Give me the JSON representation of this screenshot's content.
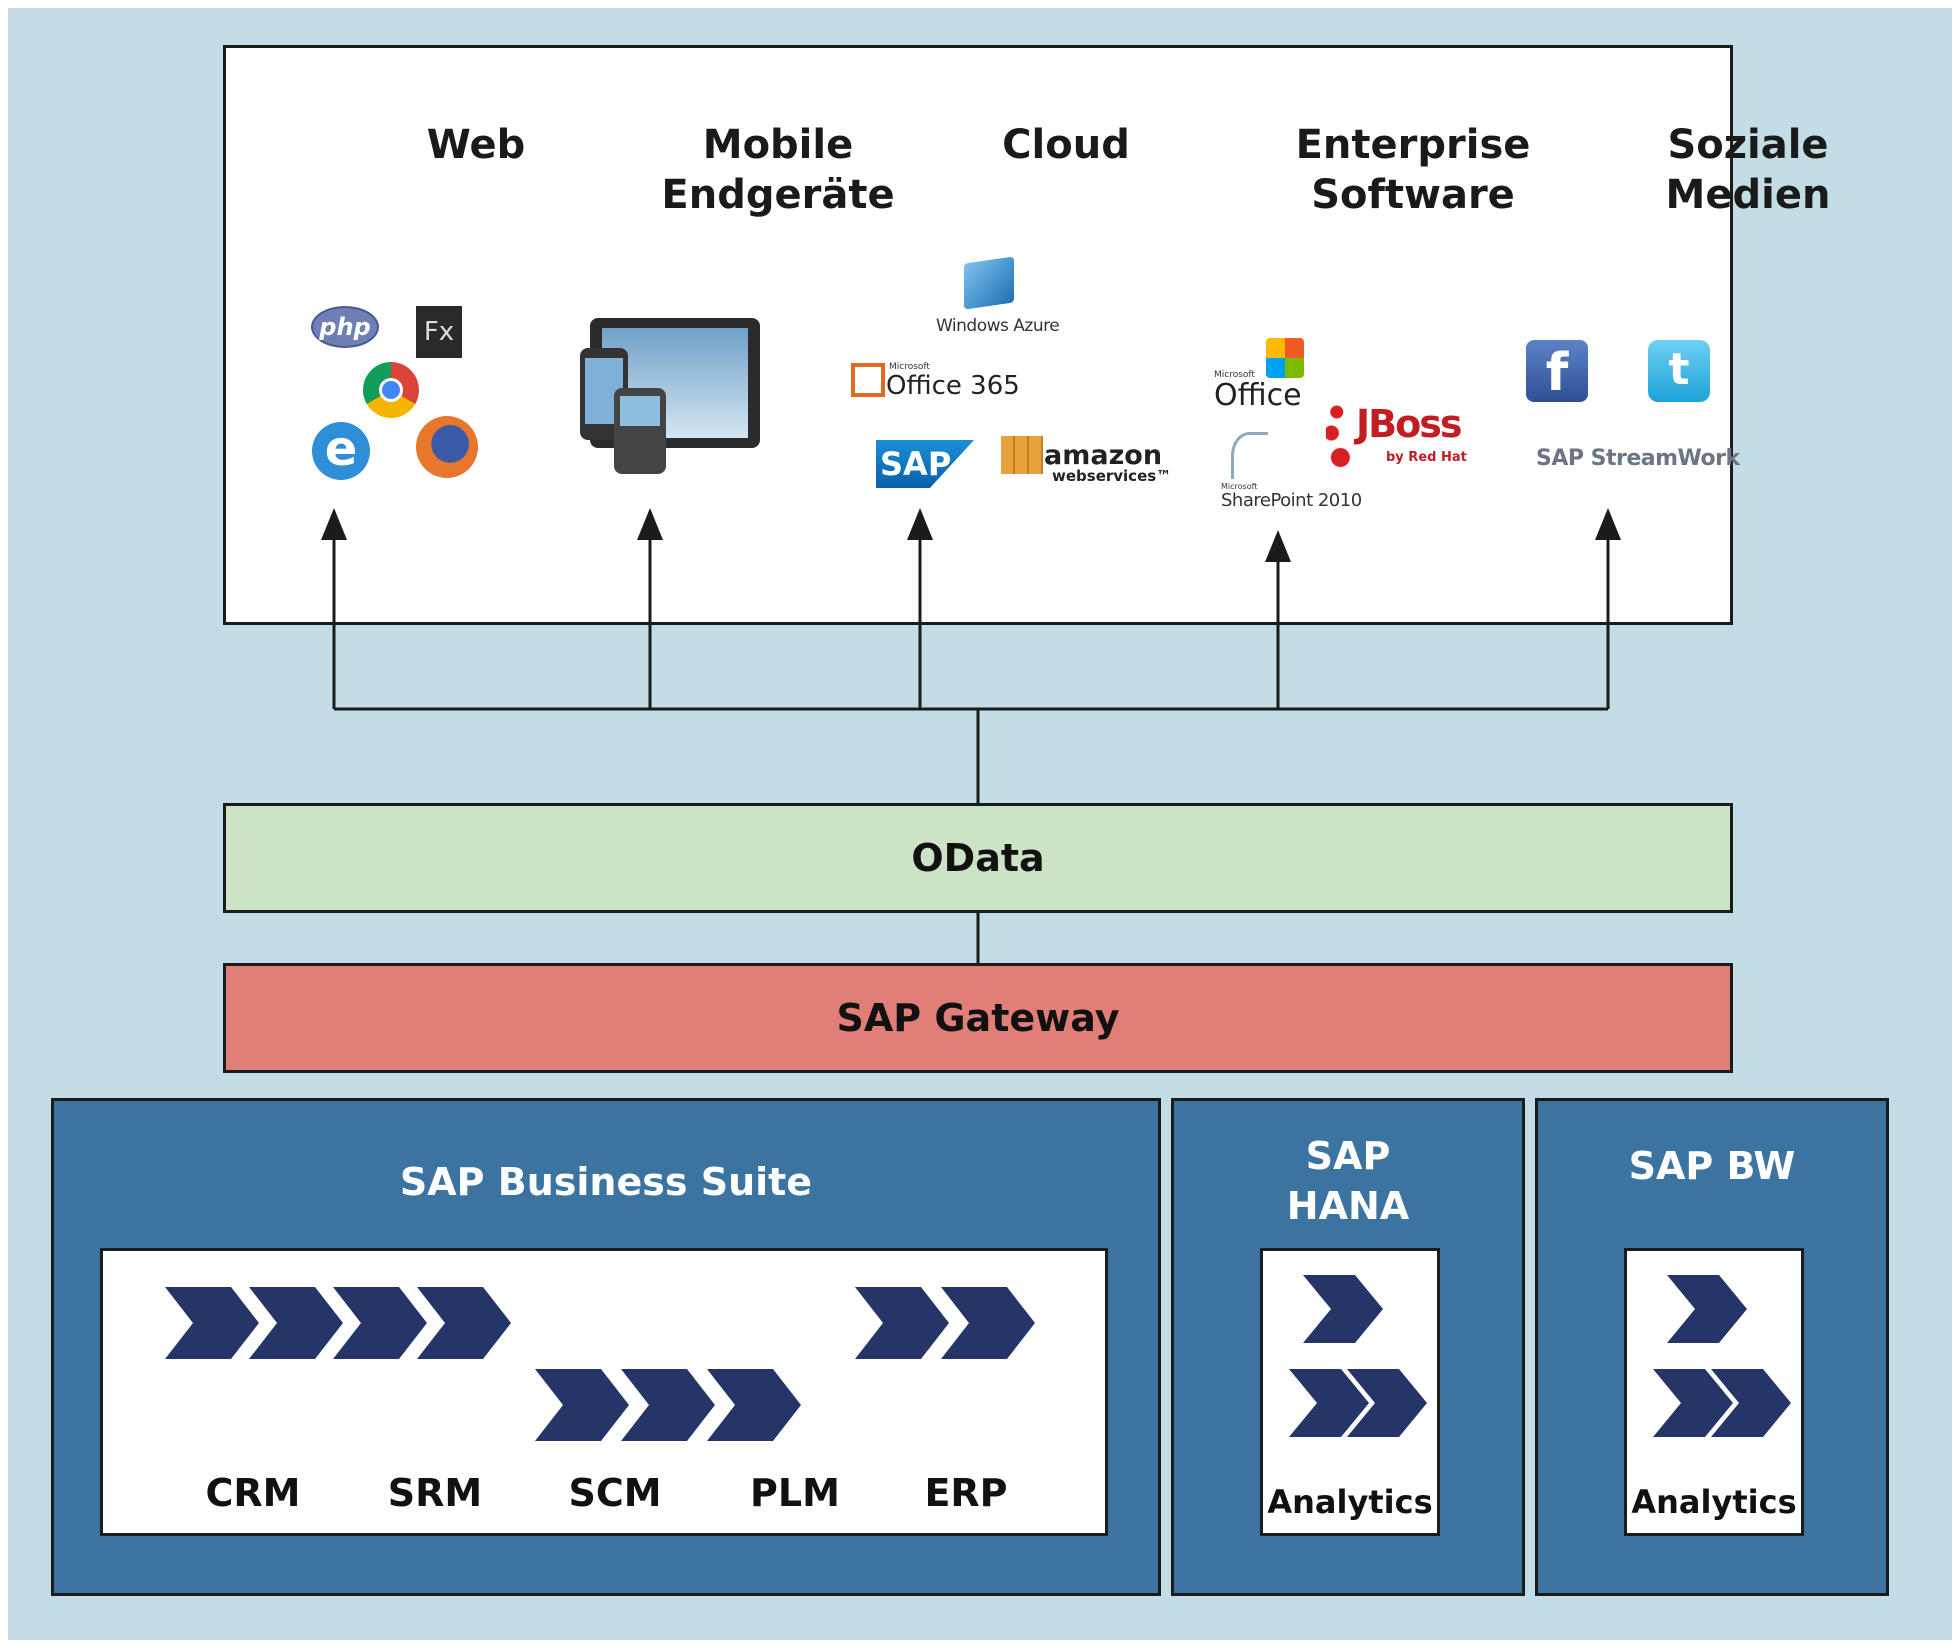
{
  "categories": [
    {
      "title": "Web"
    },
    {
      "title": "Mobile\nEndgeräte"
    },
    {
      "title": "Cloud"
    },
    {
      "title": "Enterprise\nSoftware"
    },
    {
      "title": "Soziale\nMedien"
    }
  ],
  "logos": {
    "php": "php",
    "fx": "Fx",
    "ie": "e",
    "windows_azure": "Windows Azure",
    "office365_small": "Microsoft",
    "office365": "Office 365",
    "sap": "SAP",
    "amazon": "amazon",
    "amazon_sub": "webservices™",
    "office_small": "Microsoft",
    "office": "Office",
    "jboss": "JBoss",
    "jboss_sub": "by Red Hat",
    "sharepoint_small": "Microsoft",
    "sharepoint": "SharePoint 2010",
    "facebook": "f",
    "twitter": "t",
    "streamwork": "SAP StreamWork"
  },
  "layers": {
    "odata": "OData",
    "gateway": "SAP Gateway"
  },
  "backends": {
    "business_suite": {
      "title": "SAP Business Suite",
      "modules": [
        "CRM",
        "SRM",
        "SCM",
        "PLM",
        "ERP"
      ]
    },
    "hana": {
      "title": "SAP\nHANA",
      "inner_label": "Analytics"
    },
    "bw": {
      "title": "SAP BW",
      "inner_label": "Analytics"
    }
  },
  "colors": {
    "background": "#c2dde6",
    "odata": "#cce3c6",
    "gateway": "#e07e77",
    "backend_box": "#3b74a0",
    "chevron": "#263567"
  }
}
